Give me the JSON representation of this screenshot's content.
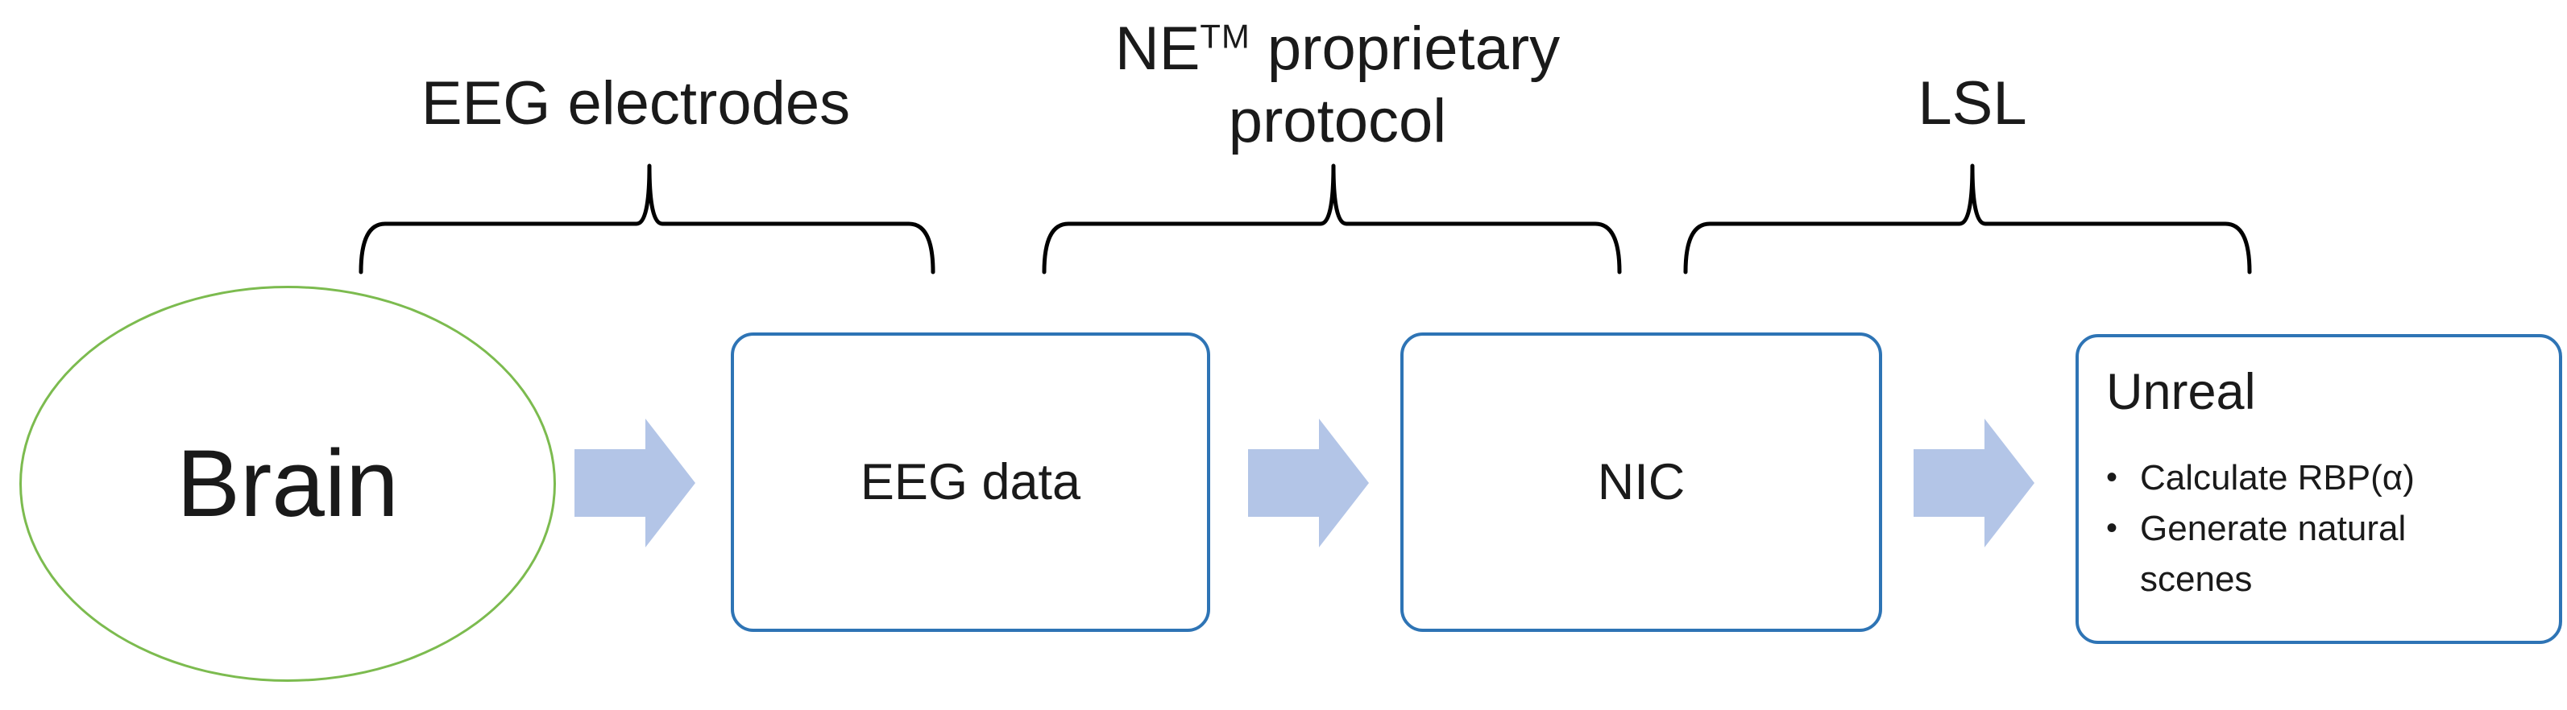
{
  "diagram": {
    "colors": {
      "ellipse-stroke": "#7cbb4f",
      "box-stroke": "#2e74b5",
      "arrow-fill": "#b3c5e7",
      "line-color": "#000000",
      "text-color": "#1a1a1a"
    },
    "brace_labels": [
      {
        "id": "eeg-electrodes",
        "text": "EEG electrodes"
      },
      {
        "id": "ne-proprietary-protocol",
        "line1_pre": "NE",
        "line1_sup": "TM",
        "line1_post": " proprietary",
        "line2": "protocol"
      },
      {
        "id": "lsl",
        "text": "LSL"
      }
    ],
    "nodes": [
      {
        "id": "brain",
        "shape": "ellipse",
        "label": "Brain"
      },
      {
        "id": "eeg-data",
        "shape": "rounded-rect",
        "label": "EEG data"
      },
      {
        "id": "nic",
        "shape": "rounded-rect",
        "label": "NIC"
      },
      {
        "id": "unreal",
        "shape": "rounded-rect",
        "title": "Unreal",
        "bullet_char": "•",
        "bullets": [
          "Calculate RBP(α)",
          "Generate natural scenes"
        ]
      }
    ],
    "arrows": [
      {
        "id": "flow-arrow-1",
        "direction": "right"
      },
      {
        "id": "flow-arrow-2",
        "direction": "right"
      },
      {
        "id": "flow-arrow-3",
        "direction": "right"
      }
    ]
  }
}
